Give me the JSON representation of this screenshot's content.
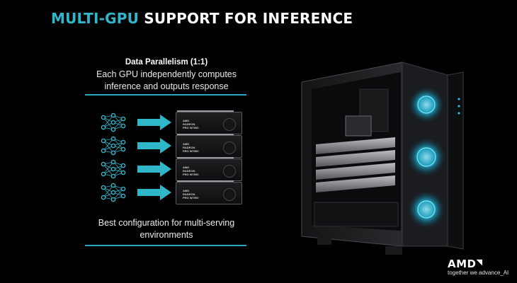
{
  "slide": {
    "title_accent": "MULTI-GPU",
    "title_rest": "SUPPORT FOR INFERENCE",
    "subheading": "Data Parallelism (1:1)",
    "description": "Each GPU independently computes inference and outputs response",
    "footer_note": "Best configuration for multi-serving environments"
  },
  "gpu_card": {
    "brand_line1": "AMD",
    "brand_line2": "RADEON",
    "brand_line3": "PRO W7900"
  },
  "logo": {
    "wordmark": "AMD",
    "tagline": "together we advance_AI"
  },
  "icons": [
    "neural-network-icon",
    "right-arrow-icon",
    "gpu-card"
  ],
  "colors": {
    "accent": "#2fb6c9",
    "background": "#000000",
    "divider": "#2aa6bd",
    "glow": "#1fd3ff"
  }
}
